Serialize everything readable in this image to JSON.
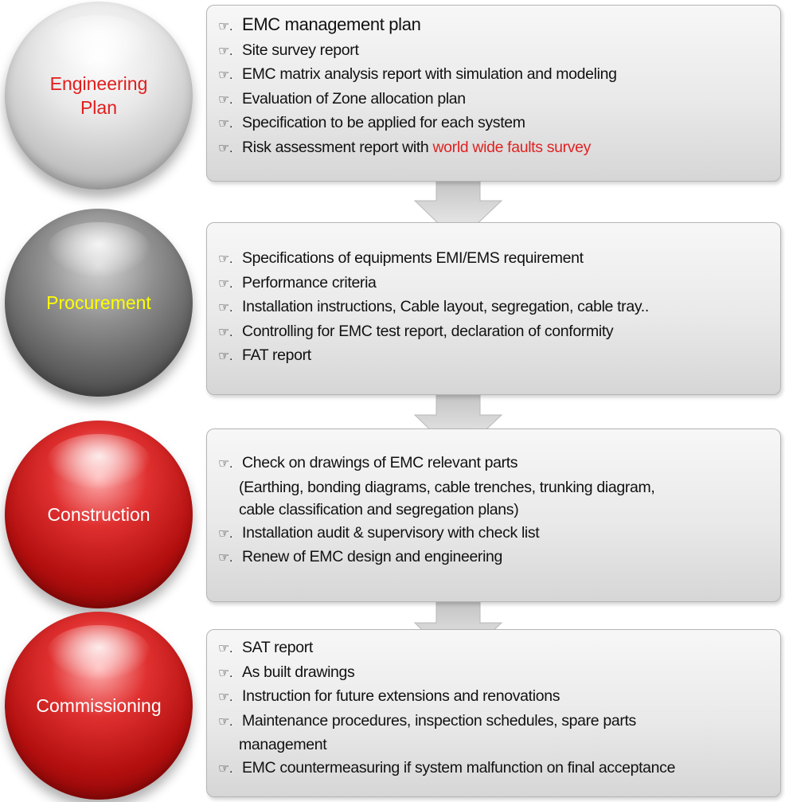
{
  "hand_symbol": "☞.",
  "stages": [
    {
      "label": "Engineering\nPlan",
      "label_color": "#e21c1c",
      "items": [
        {
          "text": "EMC management plan"
        },
        {
          "text": "Site survey report"
        },
        {
          "text": "EMC matrix analysis report with simulation and modeling"
        },
        {
          "text": "Evaluation of Zone allocation plan"
        },
        {
          "text": "Specification to be applied for each system"
        },
        {
          "text": "Risk assessment report with ",
          "highlight": "world wide faults survey"
        }
      ]
    },
    {
      "label": "Procurement",
      "label_color": "#ffff00",
      "items": [
        {
          "text": "Specifications of equipments EMI/EMS requirement"
        },
        {
          "text": "Performance criteria"
        },
        {
          "text": "Installation instructions, Cable layout, segregation, cable tray.."
        },
        {
          "text": "Controlling for EMC test report, declaration of conformity"
        },
        {
          "text": "FAT report"
        }
      ]
    },
    {
      "label": "Construction",
      "label_color": "#ffffff",
      "items": [
        {
          "text": "Check on drawings of EMC relevant parts"
        },
        {
          "text": "(Earthing, bonding diagrams, cable trenches, trunking diagram,",
          "continuation": true
        },
        {
          "text": " cable classification and segregation plans)",
          "continuation": true
        },
        {
          "text": "Installation audit & supervisory with check list"
        },
        {
          "text": "Renew of EMC design and engineering"
        }
      ]
    },
    {
      "label": "Commissioning",
      "label_color": "#ffffff",
      "items": [
        {
          "text": "SAT report"
        },
        {
          "text": "As built drawings"
        },
        {
          "text": "Instruction for future extensions and renovations"
        },
        {
          "text": "Maintenance procedures, inspection schedules, spare parts"
        },
        {
          "text": "management",
          "continuation": true
        },
        {
          "text": "EMC countermeasuring if system malfunction on final acceptance"
        }
      ]
    }
  ]
}
